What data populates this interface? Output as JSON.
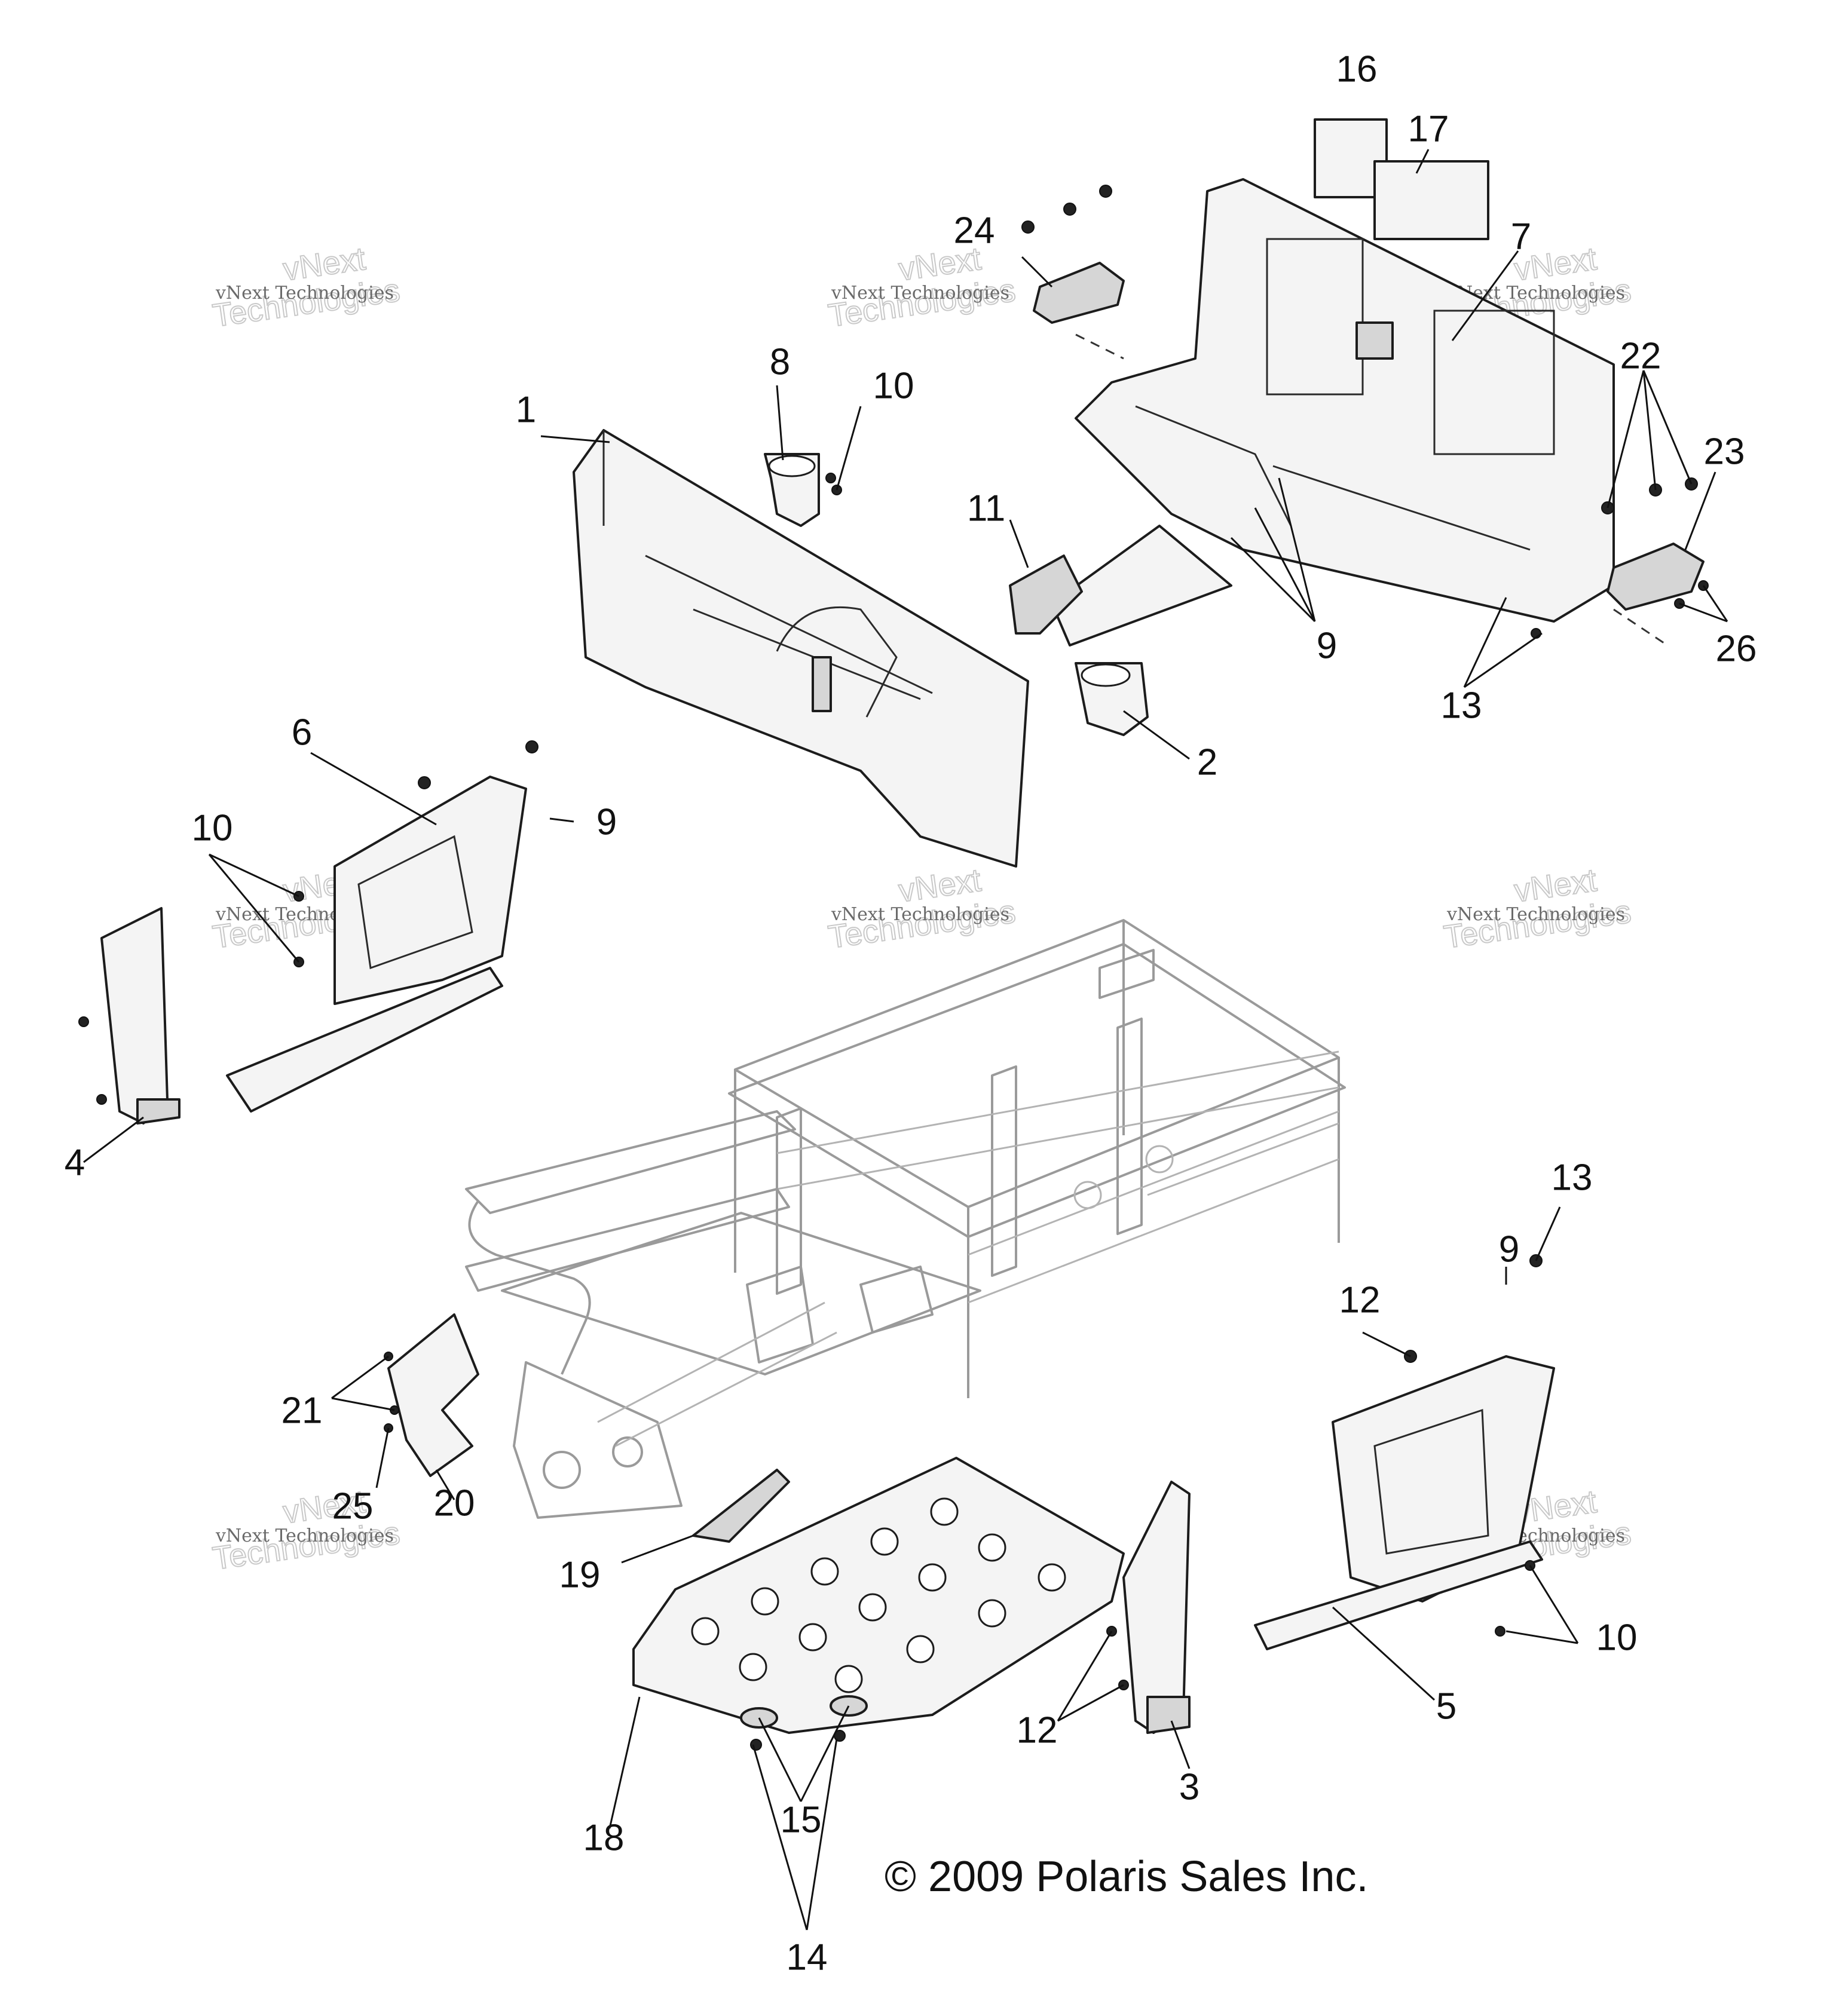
{
  "copyright": "© 2009 Polaris Sales Inc.",
  "watermark": {
    "line1": "vNext Technologies",
    "line2": "vNext",
    "line3": "Technologies"
  },
  "callouts": {
    "c1": "1",
    "c2": "2",
    "c3": "3",
    "c4": "4",
    "c5": "5",
    "c6": "6",
    "c7": "7",
    "c8": "8",
    "c9a": "9",
    "c9b": "9",
    "c9c": "9",
    "c10a": "10",
    "c10b": "10",
    "c10c": "10",
    "c11": "11",
    "c12a": "12",
    "c12b": "12",
    "c13a": "13",
    "c13b": "13",
    "c14": "14",
    "c15": "15",
    "c16": "16",
    "c17": "17",
    "c18": "18",
    "c19": "19",
    "c20": "20",
    "c21": "21",
    "c22": "22",
    "c23": "23",
    "c24": "24",
    "c25": "25",
    "c26": "26"
  }
}
